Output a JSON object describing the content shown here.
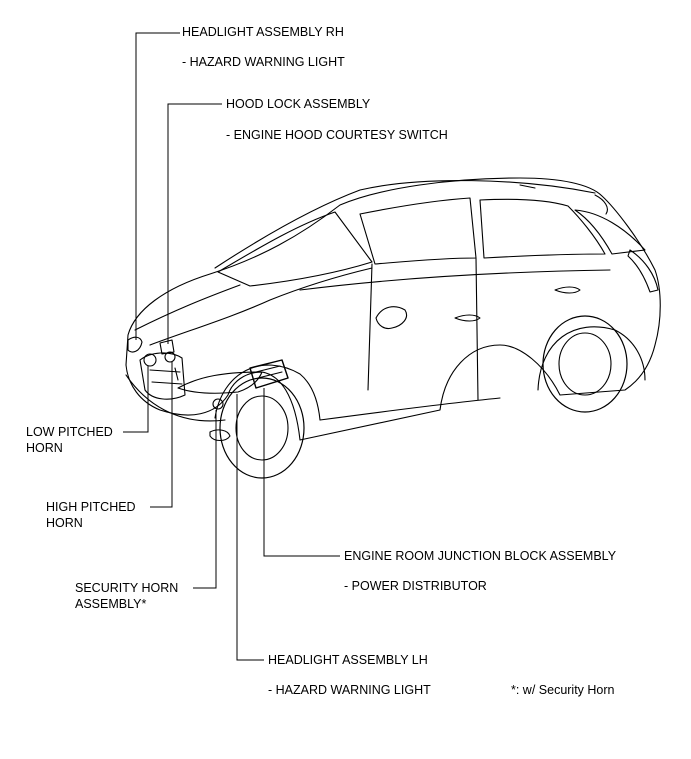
{
  "labels": {
    "headlight_rh": "HEADLIGHT ASSEMBLY RH",
    "headlight_rh_sub": "- HAZARD WARNING LIGHT",
    "hood_lock": "HOOD LOCK ASSEMBLY",
    "hood_lock_sub": "- ENGINE HOOD COURTESY SWITCH",
    "low_horn_1": "LOW PITCHED",
    "low_horn_2": "HORN",
    "high_horn_1": "HIGH PITCHED",
    "high_horn_2": "HORN",
    "security_horn_1": "SECURITY HORN",
    "security_horn_2": "ASSEMBLY*",
    "junction_block": "ENGINE ROOM JUNCTION BLOCK ASSEMBLY",
    "junction_block_sub": "- POWER DISTRIBUTOR",
    "headlight_lh": "HEADLIGHT ASSEMBLY LH",
    "headlight_lh_sub": "- HAZARD WARNING LIGHT",
    "footnote": "*: w/ Security Horn"
  },
  "colors": {
    "line": "#000000",
    "background": "#ffffff"
  }
}
